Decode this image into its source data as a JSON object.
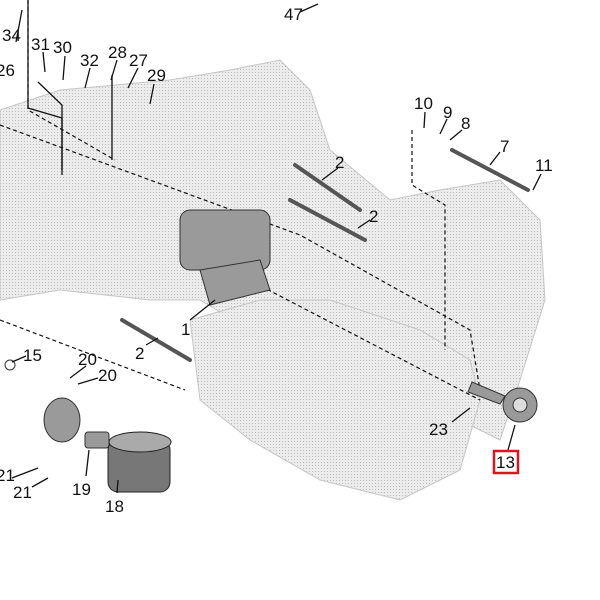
{
  "diagram": {
    "highlighted_callout": "13",
    "highlight_color": "#e0141e",
    "callouts": [
      {
        "id": "47",
        "label": "47"
      },
      {
        "id": "34",
        "label": "34"
      },
      {
        "id": "31",
        "label": "31"
      },
      {
        "id": "30",
        "label": "30"
      },
      {
        "id": "32",
        "label": "32"
      },
      {
        "id": "28",
        "label": "28"
      },
      {
        "id": "27",
        "label": "27"
      },
      {
        "id": "29",
        "label": "29"
      },
      {
        "id": "26",
        "label": "26"
      },
      {
        "id": "10",
        "label": "10"
      },
      {
        "id": "9",
        "label": "9"
      },
      {
        "id": "8",
        "label": "8"
      },
      {
        "id": "7",
        "label": "7"
      },
      {
        "id": "11",
        "label": "11"
      },
      {
        "id": "2a",
        "label": "2"
      },
      {
        "id": "2b",
        "label": "2"
      },
      {
        "id": "2c",
        "label": "2"
      },
      {
        "id": "1",
        "label": "1"
      },
      {
        "id": "15",
        "label": "15"
      },
      {
        "id": "20a",
        "label": "20"
      },
      {
        "id": "20b",
        "label": "20"
      },
      {
        "id": "23",
        "label": "23"
      },
      {
        "id": "13",
        "label": "13"
      },
      {
        "id": "21a",
        "label": "21"
      },
      {
        "id": "21b",
        "label": "21"
      },
      {
        "id": "19",
        "label": "19"
      },
      {
        "id": "18",
        "label": "18"
      }
    ]
  }
}
